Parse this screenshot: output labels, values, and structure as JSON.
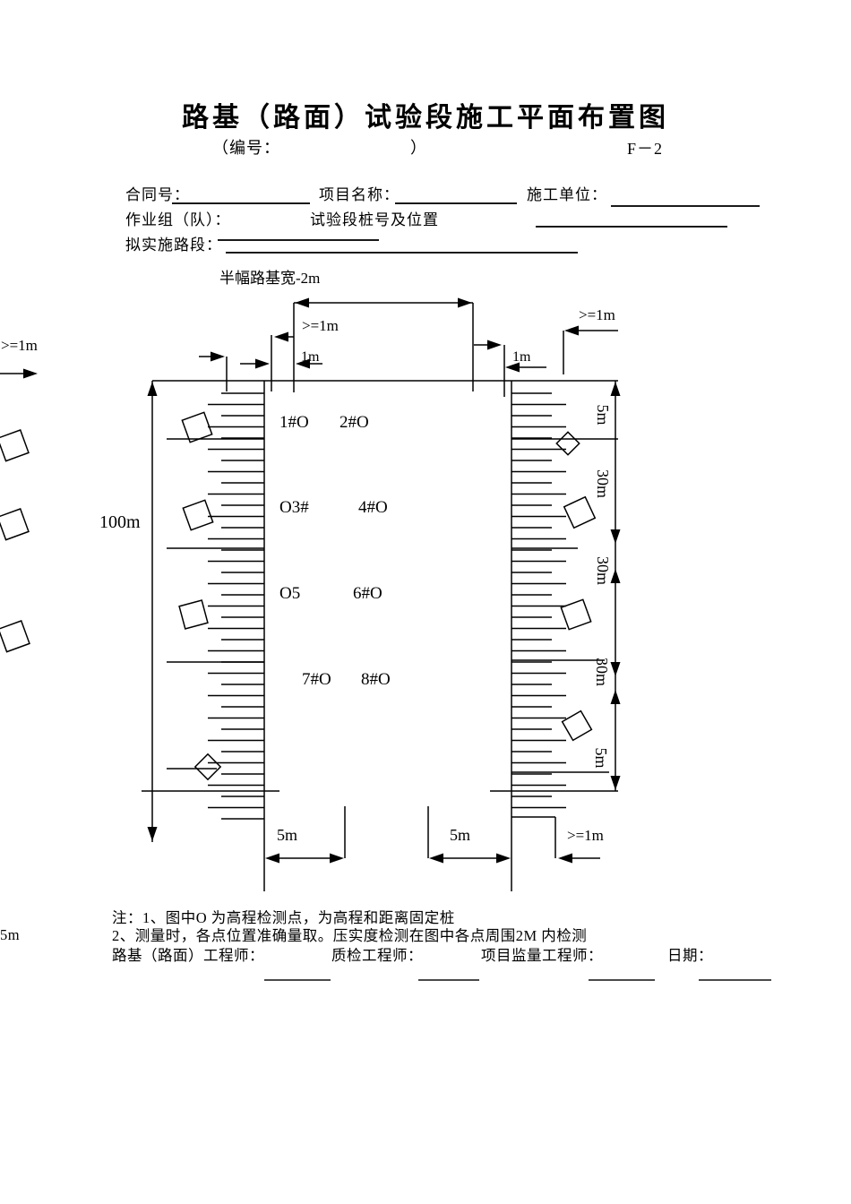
{
  "header": {
    "title": "路基（路面）试验段施工平面布置图",
    "serial_open": "（编号：",
    "serial_close": "）",
    "form_code": "F－2"
  },
  "form": {
    "contract_label": "合同号：",
    "project_label": "项目名称：",
    "unit_label": "施工单位：",
    "team_label": "作业组（队）：",
    "station_label": "试验段桩号及位置",
    "section_label": "拟实施路段："
  },
  "diagram": {
    "half_width_label": "半幅路基宽-2m",
    "length_label": "100m",
    "min1m_top_left": ">=1m",
    "min1m_left_margin": ">=1m",
    "min1m_top_right": ">=1m",
    "min1m_bottom": ">=1m",
    "one_m_left": "1m",
    "one_m_right": "1m",
    "offset_5m_left": "5m",
    "offset_5m_right": "5m",
    "edge_5m": "5m",
    "points": [
      "1#O",
      "2#O",
      "O3#",
      "4#O",
      "O5",
      "6#O",
      "7#O",
      "8#O"
    ],
    "right_dims": [
      "5m",
      "30m",
      "30m",
      "30m",
      "5m"
    ]
  },
  "notes": {
    "line1": "注：1、图中O 为高程检测点，为高程和距离固定桩",
    "line2": "2、测量时，各点位置准确量取。压实度检测在图中各点周围2M 内检测",
    "sig_roadbed": "路基（路面）工程师：",
    "sig_quality": "质检工程师：",
    "sig_supervisor": "项目监量工程师：",
    "sig_date": "日期："
  }
}
